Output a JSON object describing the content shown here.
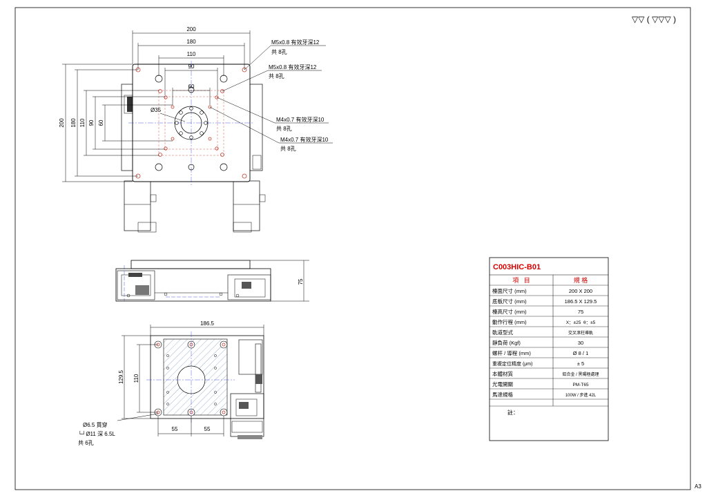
{
  "surface_mark": "▽▽ ( ▽▽▽ )",
  "sheet_size": "A3",
  "top_view": {
    "dims_top": [
      "200",
      "180",
      "110",
      "90",
      "60"
    ],
    "dims_left": [
      "200",
      "180",
      "110",
      "90",
      "60"
    ],
    "center_bore": "Ø35",
    "callouts": [
      {
        "line1": "M5x0.8 有效牙深12",
        "line2": "共 8孔"
      },
      {
        "line1": "M5x0.8 有效牙深12",
        "line2": "共 8孔"
      },
      {
        "line1": "M4x0.7 有效牙深10",
        "line2": "共 8孔"
      },
      {
        "line1": "M4x0.7 有效牙深10",
        "line2": "共 8孔"
      }
    ]
  },
  "side_view": {
    "height_dim": "75"
  },
  "bottom_view": {
    "dim_width": "186.5",
    "dim_height_outer": "129.5",
    "dim_height_inner": "110",
    "dim_pitch_left": "55",
    "dim_pitch_right": "55",
    "hole_note": [
      "Ø6.5 貫穿",
      "└┘Ø11 深 6.5L",
      "共 6孔"
    ]
  },
  "spec_table": {
    "model": "C003HIC-B01",
    "header": {
      "item": "項   目",
      "spec": "規 格"
    },
    "rows": [
      {
        "item": "檯面尺寸 (mm)",
        "spec": "200 X 200"
      },
      {
        "item": "底板尺寸 (mm)",
        "spec": "186.5 X 129.5"
      },
      {
        "item": "檯高尺寸 (mm)",
        "spec": "75"
      },
      {
        "item": "動作行程 (mm)",
        "spec": "X：±25  θ：±5"
      },
      {
        "item": "軌道型式",
        "spec": "交叉滾柱導軌"
      },
      {
        "item": "靜負荷 (Kgf)",
        "spec": "30"
      },
      {
        "item": "螺杆 / 導程 (mm)",
        "spec": "Ø 8 / 1"
      },
      {
        "item": "重複定位精度 (μm)",
        "spec": "± 5"
      },
      {
        "item": "本體材質",
        "spec": "鋁合金 / 黑陽極處理"
      },
      {
        "item": "光電開關",
        "spec": "PM-T65"
      },
      {
        "item": "馬達規格",
        "spec": "100W / 步進 42L"
      }
    ],
    "notes_label": "註："
  },
  "colors": {
    "line": "#000000",
    "hole": "#c0392b",
    "center_line": "#1f2fd6",
    "title_red": "#d40000",
    "hatch": "#5a7fa8"
  }
}
